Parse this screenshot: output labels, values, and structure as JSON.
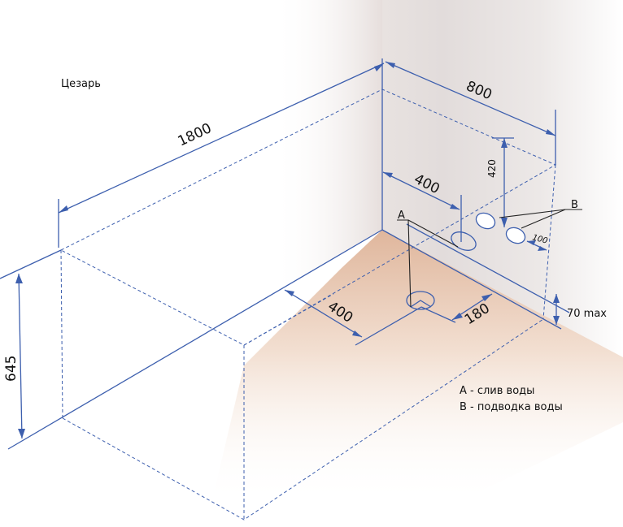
{
  "title": "Цезарь",
  "dimensions": {
    "length": "1800",
    "width": "800",
    "height": "645",
    "drain_offset_wall": "400",
    "supply_height": "420",
    "drain_offset_floor": "400",
    "drain_from_wall": "180",
    "supply_spacing": "100",
    "floor_gap": "70 max"
  },
  "markers": {
    "a": "A",
    "b": "B"
  },
  "legend": {
    "a": "A - слив воды",
    "b": "B - подводка воды"
  },
  "colors": {
    "line": "#3d5fae",
    "floor": "#e6c3a8",
    "wall": "#e4e0df"
  }
}
